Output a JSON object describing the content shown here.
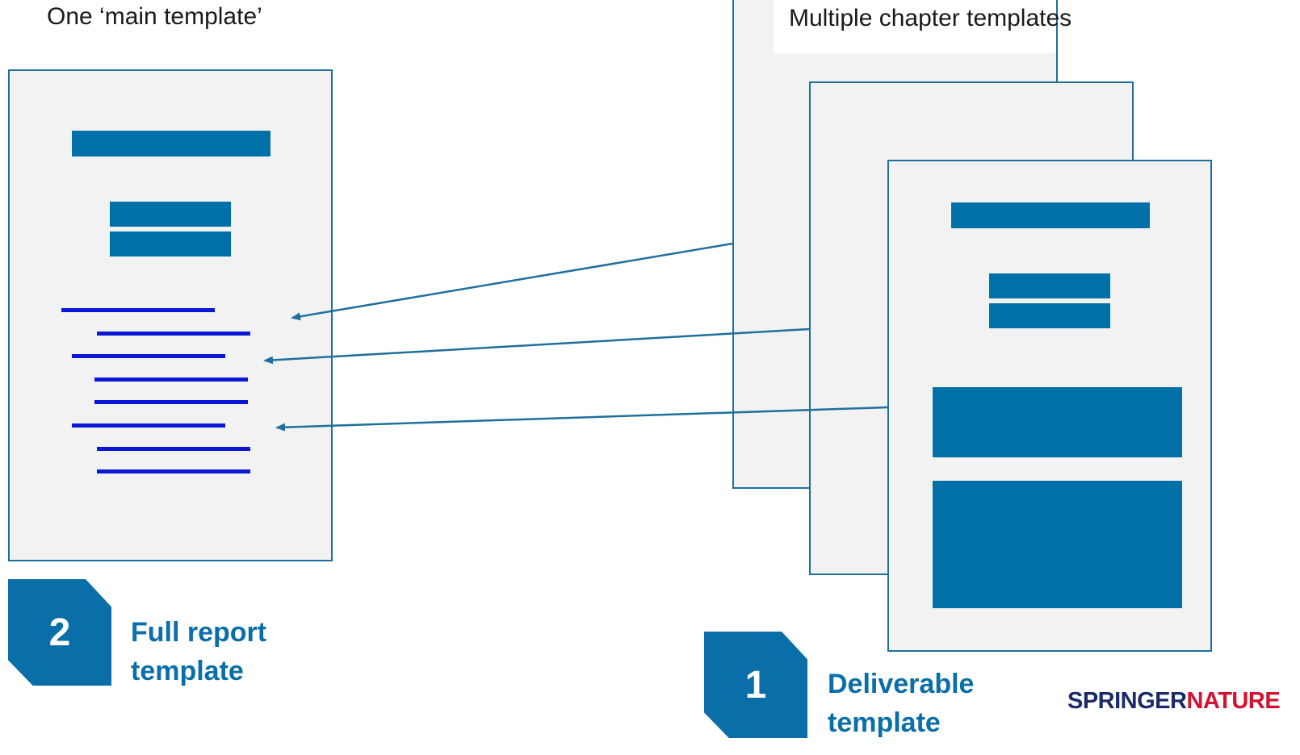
{
  "labels": {
    "main_heading": "One ‘main template’",
    "chapters_heading": "Multiple chapter templates"
  },
  "badges": {
    "full": {
      "number": "2",
      "line1": "Full report",
      "line2": "template"
    },
    "deliverable": {
      "number": "1",
      "line1": "Deliverable",
      "line2": "template"
    }
  },
  "logo": {
    "part1": "SPRINGER",
    "part2": "NATURE"
  },
  "colors": {
    "accent": "#0a6ea8",
    "bar": "#0070a8",
    "line_blue": "#0a18d6",
    "page_bg": "#f2f2f2",
    "logo_navy": "#1b2b6a",
    "logo_red": "#d3122f"
  }
}
